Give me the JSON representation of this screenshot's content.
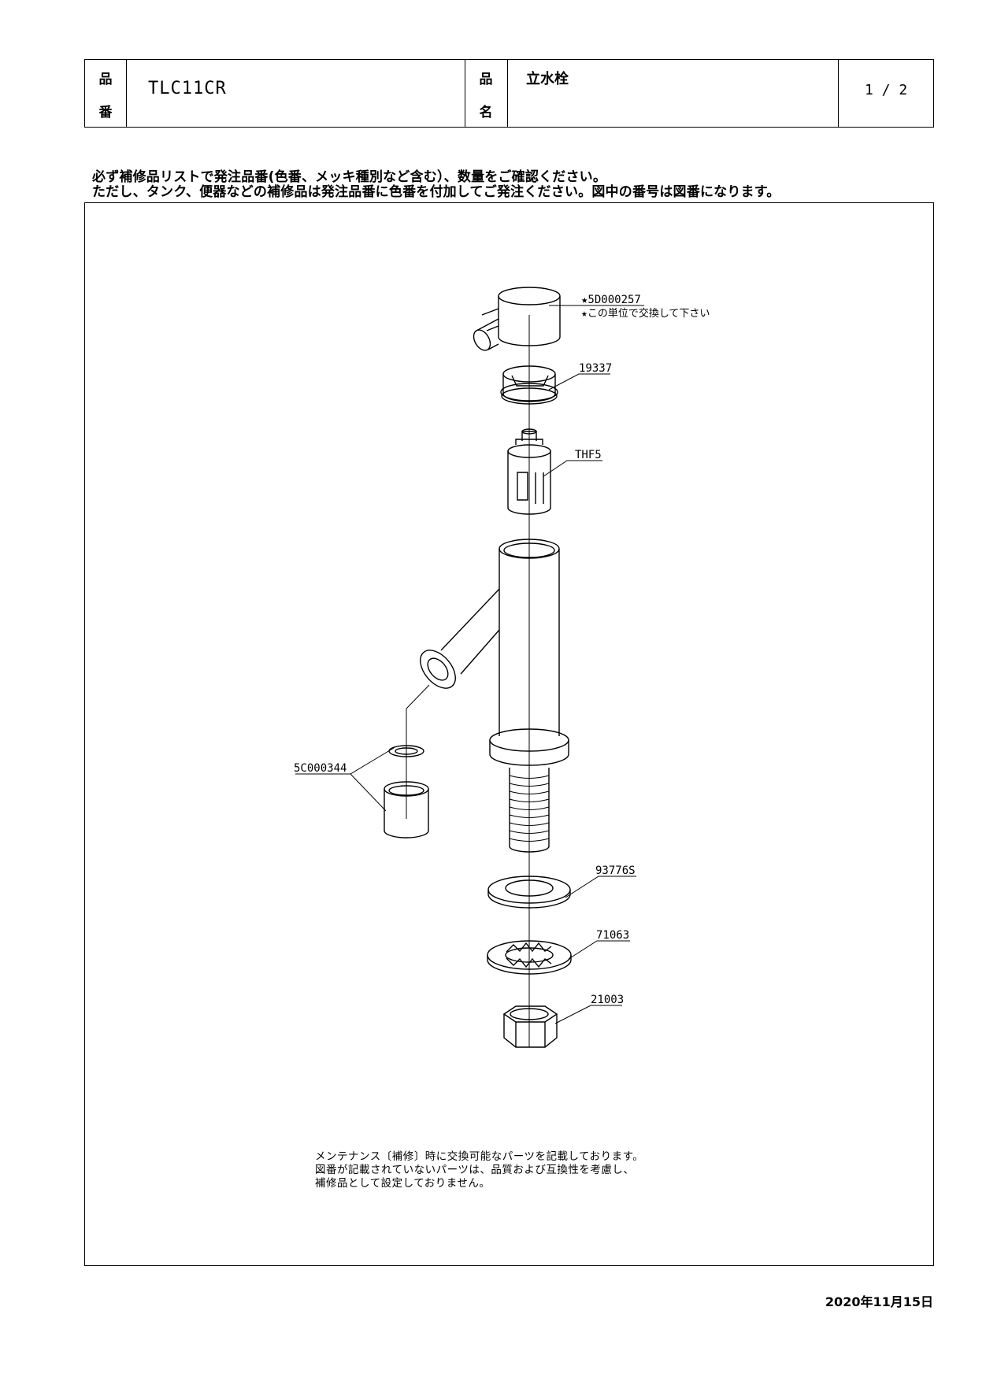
{
  "header": {
    "hinban_label_1": "品",
    "hinban_label_2": "番",
    "model_number": "TLC11CR",
    "hinmei_label_1": "品",
    "hinmei_label_2": "名",
    "product_name": "立水栓",
    "page_number": "1 / 2"
  },
  "notes": {
    "line1": "必ず補修品リストで発注品番(色番、メッキ種別など含む）、数量をご確認ください。",
    "line2": "ただし、タンク、便器などの補修品は発注品番に色番を付加してご発注ください。図中の番号は図番になります。"
  },
  "parts": {
    "handle_number": "★5D000257",
    "handle_note": "★この単位で交換して下さい",
    "nut_top": "19337",
    "cartridge": "THF5",
    "aerator": "5C000344",
    "washer": "93776S",
    "lock_washer": "71063",
    "hex_nut": "21003"
  },
  "maintenance_note": {
    "line1": "メンテナンス〔補修〕時に交換可能なパーツを記載しております。",
    "line2": "図番が記載されていないパーツは、品質および互換性を考慮し、",
    "line3": "補修品として設定しておりません。"
  },
  "date": "2020年11月15日"
}
